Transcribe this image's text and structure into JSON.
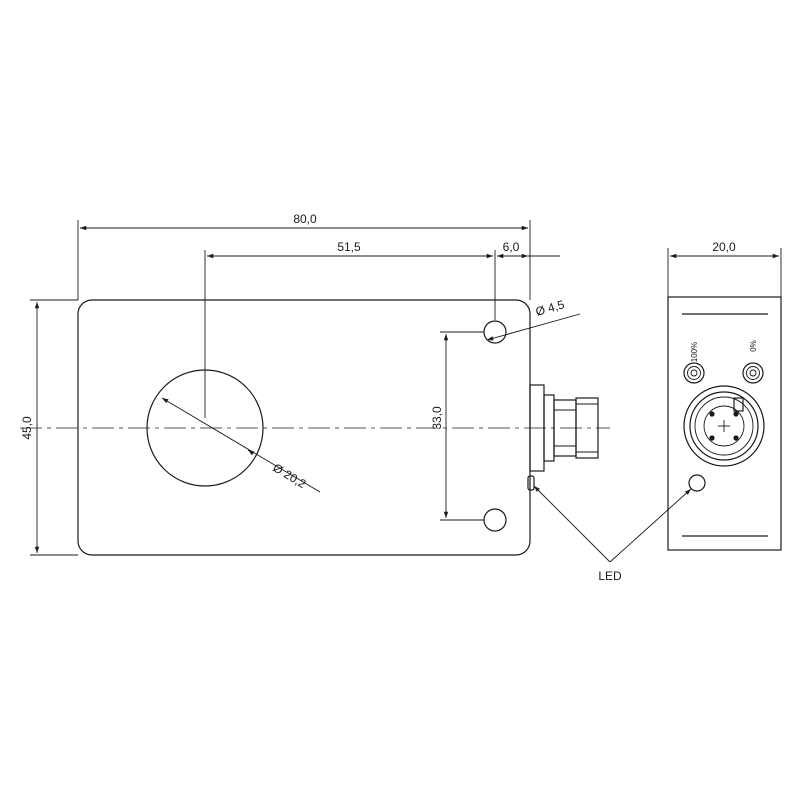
{
  "front_view": {
    "dims": {
      "width": "80,0",
      "hole_offset": "51,5",
      "connector_offset": "6,0",
      "height": "45,0",
      "mount_spacing": "33,0",
      "mount_hole_diameter": "Ø 4,5",
      "sensing_face_diameter": "Ø 20,2"
    }
  },
  "side_view": {
    "dims": {
      "depth": "20,0"
    },
    "potentiometer_labels": {
      "left": "100%",
      "right": "0%"
    }
  },
  "callouts": {
    "led": "LED"
  }
}
